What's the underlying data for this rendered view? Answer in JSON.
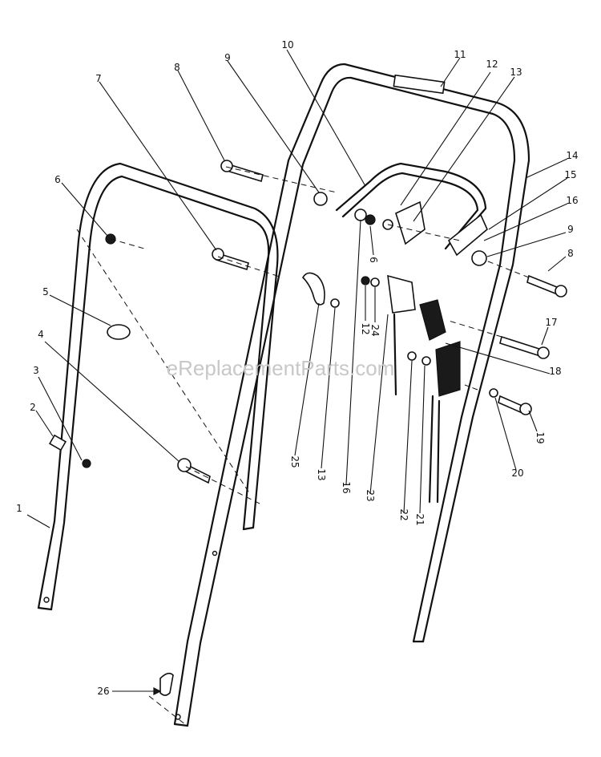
{
  "watermark": "eReplacementParts.com",
  "callouts": [
    "1",
    "2",
    "3",
    "4",
    "5",
    "6",
    "7",
    "8",
    "9",
    "10",
    "11",
    "12",
    "13",
    "14",
    "15",
    "16",
    "9",
    "8",
    "17",
    "18",
    "19",
    "20",
    "21",
    "22",
    "23",
    "16",
    "13",
    "25",
    "12",
    "24",
    "6",
    "26"
  ]
}
